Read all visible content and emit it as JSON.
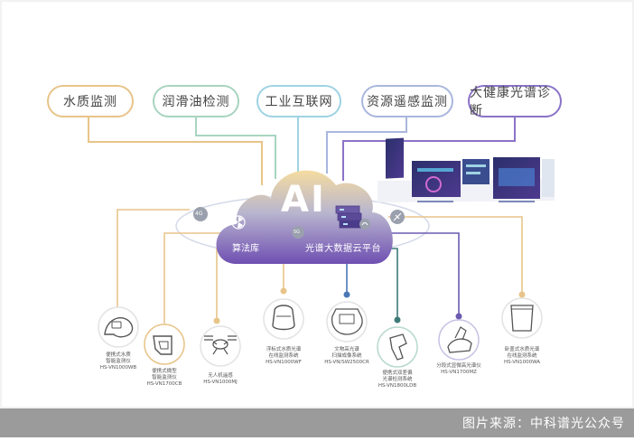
{
  "colors": {
    "water": "#e8c48a",
    "lube": "#a8d4c0",
    "iiot": "#9fd3e3",
    "remote": "#a9b7dd",
    "health": "#8b73c9",
    "cloud_top": "#f3dca0",
    "cloud_bottom": "#7a58b8"
  },
  "topics": [
    {
      "label": "水质监测",
      "color": "#e8c48a"
    },
    {
      "label": "润滑油检测",
      "color": "#a8d4c0"
    },
    {
      "label": "工业互联网",
      "color": "#9fd3e3"
    },
    {
      "label": "资源遥感监测",
      "color": "#a9b7dd"
    },
    {
      "label": "大健康光谱诊断",
      "color": "#8b73c9"
    }
  ],
  "cloud": {
    "ai": "AI",
    "algo": "算法库",
    "platform": "光谱大数据云平台",
    "badge_4g": "4G",
    "badge_5g": "5G"
  },
  "products": [
    {
      "lines": [
        "便携式水质",
        "智能监测仪",
        "HS-VN1000WB"
      ]
    },
    {
      "lines": [
        "便携式微型",
        "智能监测仪",
        "HS-VN1700CB"
      ]
    },
    {
      "lines": [
        "无人机遥感",
        "HS-VN1000MJ"
      ]
    },
    {
      "lines": [
        "浮标式水质光谱",
        "在线监测系统",
        "HS-VN1000WF"
      ]
    },
    {
      "lines": [
        "文物高光谱",
        "扫描成像系统",
        "HS-VN/SW2500CR"
      ]
    },
    {
      "lines": [
        "便携式双差偏",
        "光谱检测系统",
        "HS-VN1800LDB"
      ]
    },
    {
      "lines": [
        "分段式显微高光谱仪",
        "HS-VN1700MZ"
      ]
    },
    {
      "lines": [
        "卧盖式水质光谱",
        "在线监测系统",
        "HS-VN1000WA"
      ]
    }
  ],
  "icons": [
    "meter-icon",
    "hand-monitor-icon",
    "drone-icon",
    "buoy-icon",
    "scanner-icon",
    "handheld-probe-icon",
    "microscope-icon",
    "water-tank-icon"
  ],
  "credit": "图片来源：中科谱光公众号"
}
